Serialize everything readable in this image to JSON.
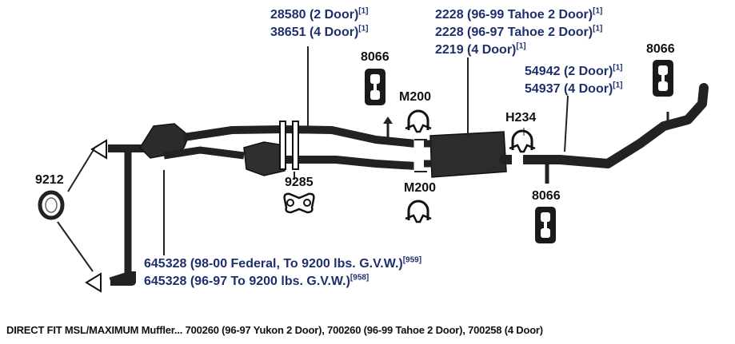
{
  "parts": {
    "pipe_2door": {
      "text": "28580 (2 Door)",
      "note": "[1]"
    },
    "pipe_4door": {
      "text": "38651 (4 Door)",
      "note": "[1]"
    },
    "muffler_tahoe_96_99": {
      "text": "2228 (96-99 Tahoe 2 Door)",
      "note": "[1]"
    },
    "muffler_tahoe_96_97": {
      "text": "2228 (96-97 Tahoe 2 Door)",
      "note": "[1]"
    },
    "muffler_4door": {
      "text": "2219 (4 Door)",
      "note": "[1]"
    },
    "tail_2door": {
      "text": "54942 (2 Door)",
      "note": "[1]"
    },
    "tail_4door": {
      "text": "54937 (4 Door)",
      "note": "[1]"
    },
    "hanger_left": {
      "text": "8066"
    },
    "hanger_right": {
      "text": "8066"
    },
    "hanger_bottom": {
      "text": "8066"
    },
    "clamp_top": {
      "text": "M200"
    },
    "clamp_bottom": {
      "text": "M200"
    },
    "clamp_h234": {
      "text": "H234"
    },
    "gasket_9285": {
      "text": "9285"
    },
    "gasket_9212": {
      "text": "9212"
    },
    "converter_federal": {
      "text": "645328 (98-00 Federal, To 9200 lbs. G.V.W.)",
      "note": "[959]"
    },
    "converter_9697": {
      "text": "645328 (96-97 To 9200 lbs. G.V.W.)",
      "note": "[958]"
    }
  },
  "footer": "DIRECT FIT MSL/MAXIMUM Muffler... 700260 (96-97 Yukon 2 Door), 700260 (96-99 Tahoe 2 Door), 700258 (4 Door)",
  "colors": {
    "label_blue": "#1f2f6b",
    "pipe": "#222222"
  }
}
